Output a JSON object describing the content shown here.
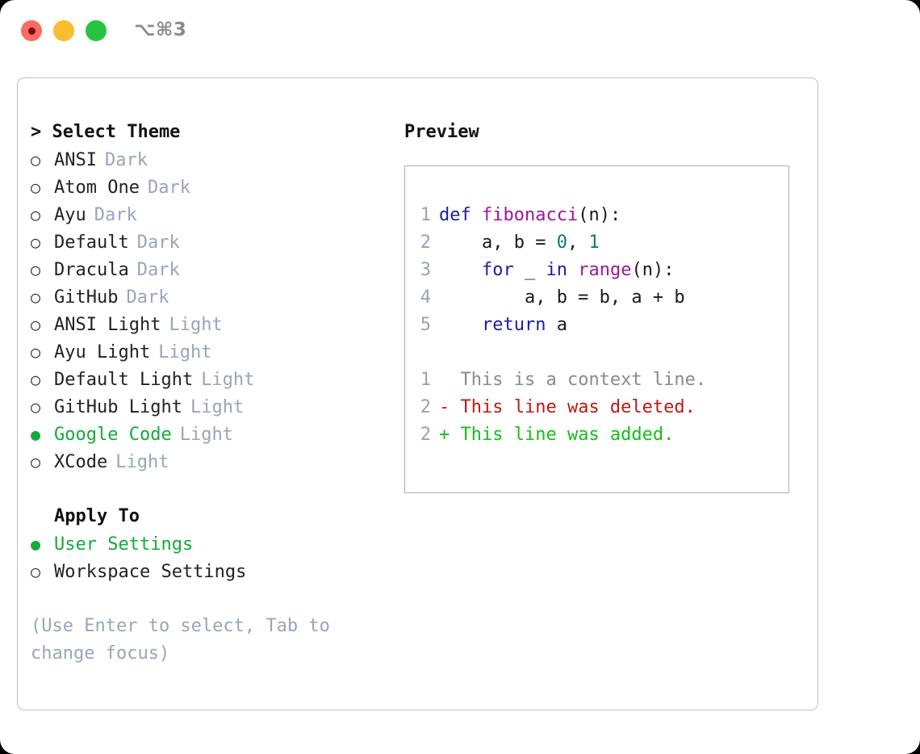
{
  "titlebar": {
    "shortcut": "⌥⌘3",
    "lights": [
      {
        "name": "close",
        "color": "#fa6b63"
      },
      {
        "name": "minimize",
        "color": "#fbbc2e"
      },
      {
        "name": "maximize",
        "color": "#27c53f"
      }
    ]
  },
  "theme_picker": {
    "header": "> Select Theme",
    "items": [
      {
        "bullet": "○",
        "label": "ANSI",
        "variant": "Dark",
        "selected": false
      },
      {
        "bullet": "○",
        "label": "Atom One",
        "variant": "Dark",
        "selected": false
      },
      {
        "bullet": "○",
        "label": "Ayu",
        "variant": "Dark",
        "selected": false
      },
      {
        "bullet": "○",
        "label": "Default",
        "variant": "Dark",
        "selected": false
      },
      {
        "bullet": "○",
        "label": "Dracula",
        "variant": "Dark",
        "selected": false
      },
      {
        "bullet": "○",
        "label": "GitHub",
        "variant": "Dark",
        "selected": false
      },
      {
        "bullet": "○",
        "label": "ANSI Light",
        "variant": "Light",
        "selected": false
      },
      {
        "bullet": "○",
        "label": "Ayu Light",
        "variant": "Light",
        "selected": false
      },
      {
        "bullet": "○",
        "label": "Default Light",
        "variant": "Light",
        "selected": false
      },
      {
        "bullet": "○",
        "label": "GitHub Light",
        "variant": "Light",
        "selected": false
      },
      {
        "bullet": "●",
        "label": "Google Code",
        "variant": "Light",
        "selected": true
      },
      {
        "bullet": "○",
        "label": "XCode",
        "variant": "Light",
        "selected": false
      }
    ]
  },
  "apply_to": {
    "header": "Apply To",
    "items": [
      {
        "bullet": "●",
        "label": "User Settings",
        "selected": true
      },
      {
        "bullet": "○",
        "label": "Workspace Settings",
        "selected": false
      }
    ]
  },
  "hint": "(Use Enter to select, Tab to change focus)",
  "preview": {
    "title": "Preview",
    "code_lines": [
      {
        "no": "1",
        "tokens": [
          {
            "t": "def",
            "c": "kw"
          },
          {
            "t": " ",
            "c": "plain"
          },
          {
            "t": "fibonacci",
            "c": "fn"
          },
          {
            "t": "(n):",
            "c": "plain"
          }
        ]
      },
      {
        "no": "2",
        "tokens": [
          {
            "t": "    a, b = ",
            "c": "plain"
          },
          {
            "t": "0",
            "c": "num"
          },
          {
            "t": ", ",
            "c": "plain"
          },
          {
            "t": "1",
            "c": "num"
          }
        ]
      },
      {
        "no": "3",
        "tokens": [
          {
            "t": "    ",
            "c": "plain"
          },
          {
            "t": "for",
            "c": "kw"
          },
          {
            "t": " _ ",
            "c": "plain"
          },
          {
            "t": "in",
            "c": "kw"
          },
          {
            "t": " ",
            "c": "plain"
          },
          {
            "t": "range",
            "c": "fn"
          },
          {
            "t": "(n):",
            "c": "plain"
          }
        ]
      },
      {
        "no": "4",
        "tokens": [
          {
            "t": "        a, b = b, a + b",
            "c": "plain"
          }
        ]
      },
      {
        "no": "5",
        "tokens": [
          {
            "t": "    ",
            "c": "plain"
          },
          {
            "t": "return",
            "c": "kw"
          },
          {
            "t": " a",
            "c": "plain"
          }
        ]
      }
    ],
    "diff_lines": [
      {
        "no": "1",
        "marker": "  ",
        "text": "This is a context line.",
        "kind": "ctx"
      },
      {
        "no": "2",
        "marker": "- ",
        "text": "This line was deleted.",
        "kind": "del"
      },
      {
        "no": "2",
        "marker": "+ ",
        "text": "This line was added.",
        "kind": "add"
      }
    ]
  },
  "colors": {
    "accent_green": "#14aa3c",
    "muted": "#9aa5b8",
    "keyword": "#1c1ca8",
    "function": "#a0159e",
    "number": "#0a7a72",
    "diff_add": "#11c211",
    "diff_del": "#c0180f",
    "border": "#b9c2d1"
  }
}
